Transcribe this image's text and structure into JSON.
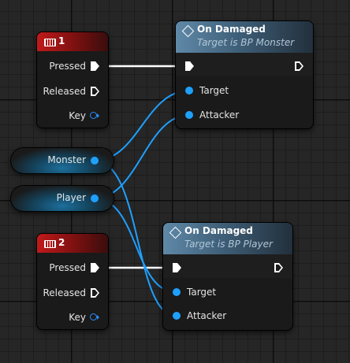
{
  "key_nodes": [
    {
      "key": "1",
      "pins": {
        "pressed": "Pressed",
        "released": "Released",
        "key": "Key"
      }
    },
    {
      "key": "2",
      "pins": {
        "pressed": "Pressed",
        "released": "Released",
        "key": "Key"
      }
    }
  ],
  "variables": [
    {
      "name": "Monster"
    },
    {
      "name": "Player"
    }
  ],
  "function_nodes": [
    {
      "title": "On Damaged",
      "subtitle": "Target is BP Monster",
      "pins": {
        "target": "Target",
        "attacker": "Attacker"
      }
    },
    {
      "title": "On Damaged",
      "subtitle": "Target is BP Player",
      "pins": {
        "target": "Target",
        "attacker": "Attacker"
      }
    }
  ],
  "colors": {
    "key_header": "#c11a1a",
    "function_header": "#5f89a8",
    "exec_wire": "#ffffff",
    "object_wire": "#1ea0ff"
  },
  "icons": {
    "key_node": "keyboard-icon",
    "function_node": "function-diamond-icon",
    "exec_pin": "exec-arrow-icon",
    "object_pin": "object-dot-icon",
    "key_pin": "key-struct-icon"
  }
}
